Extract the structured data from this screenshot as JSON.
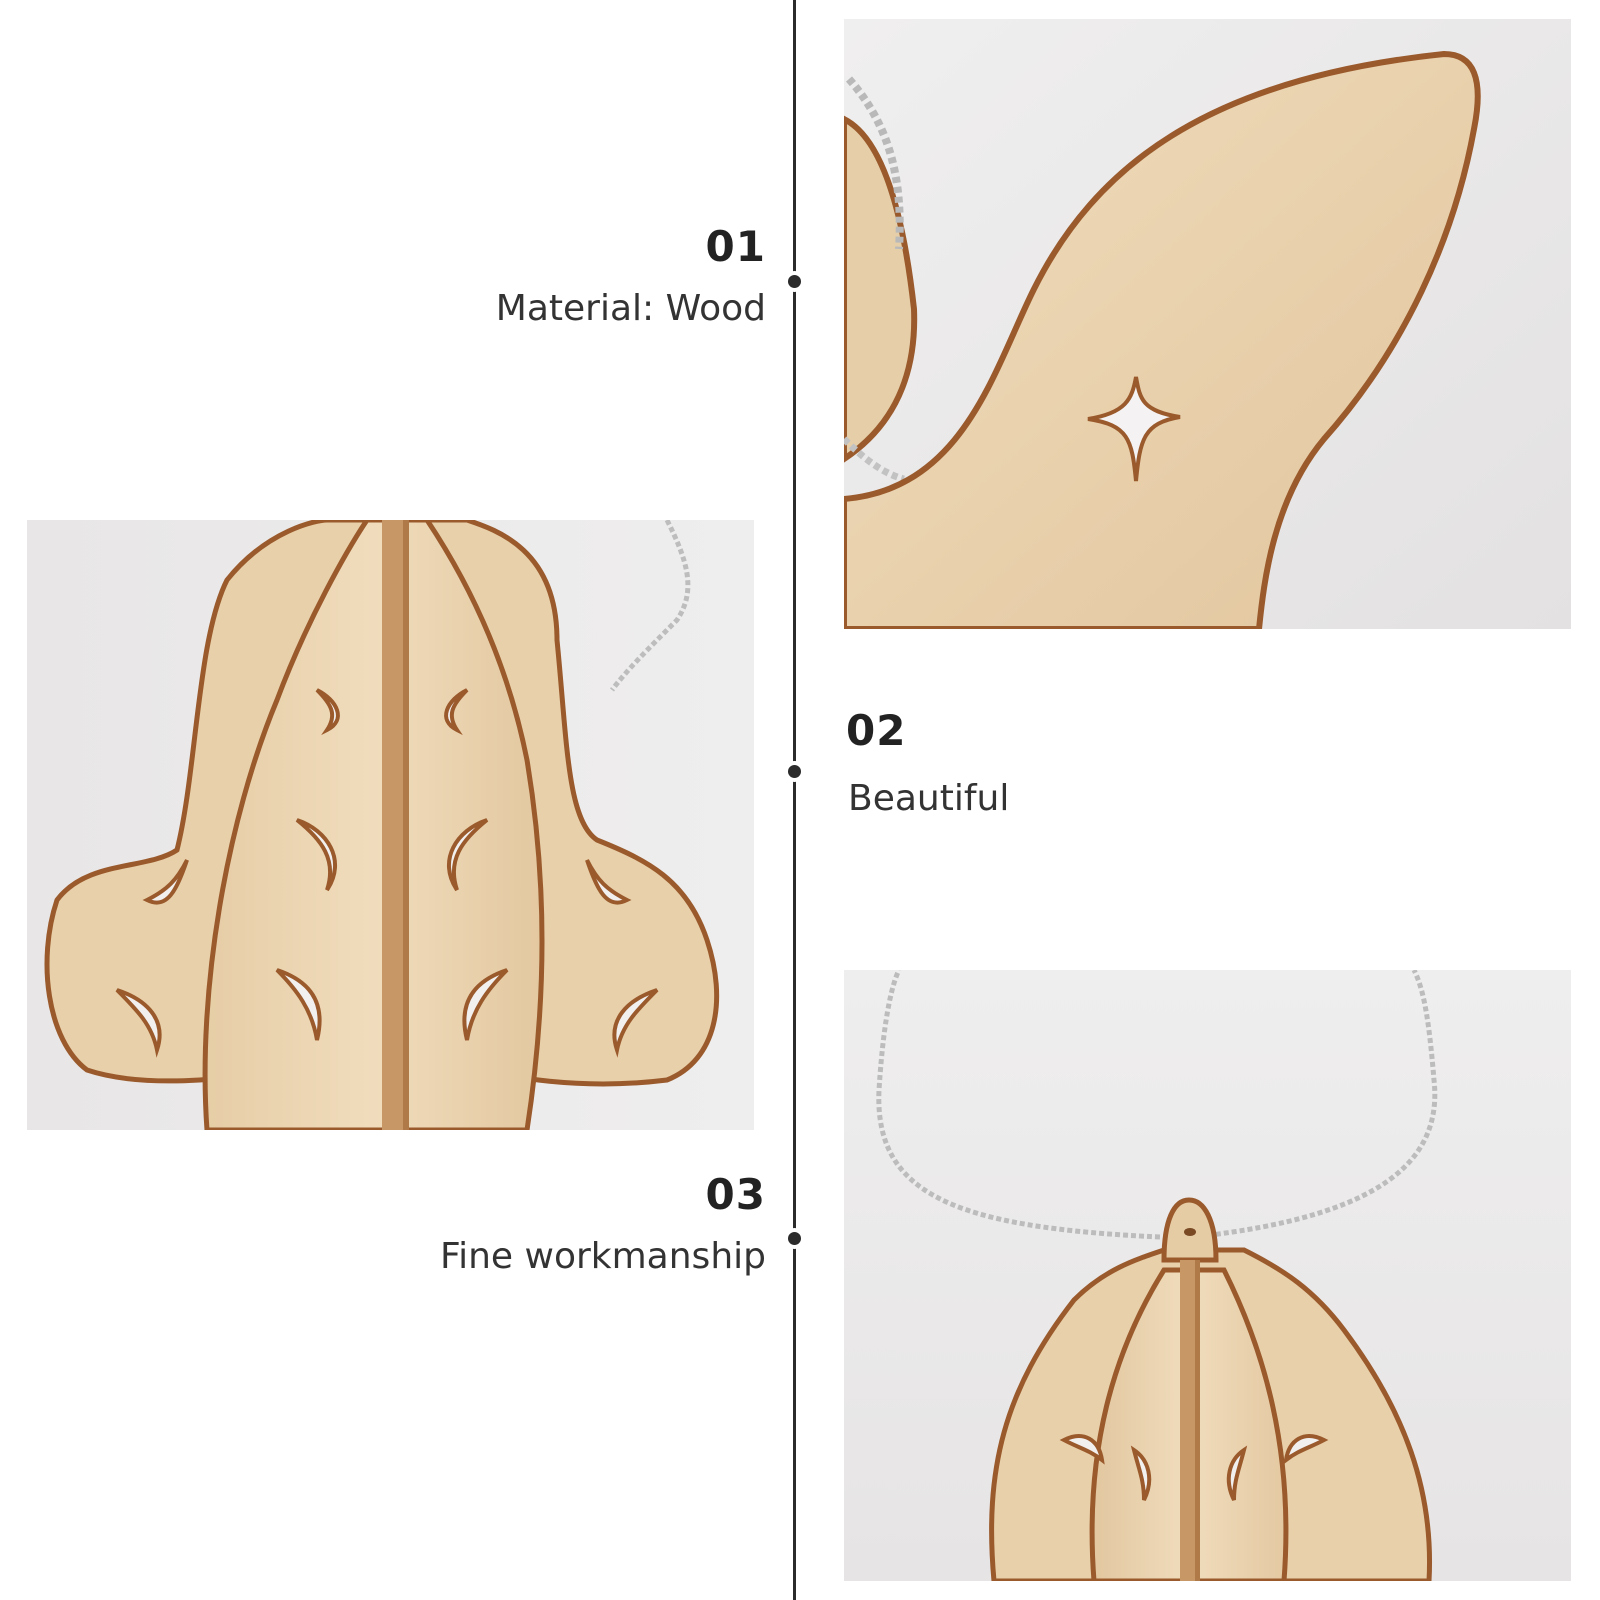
{
  "steps": [
    {
      "number": "01",
      "label": "Material: Wood"
    },
    {
      "number": "02",
      "label": "Beautiful"
    },
    {
      "number": "03",
      "label": "Fine workmanship"
    }
  ],
  "colors": {
    "text": "#2b2b2b",
    "background": "#ffffff",
    "wood": "#e9d2ae",
    "wood_edge": "#9a5a2c",
    "photo_bg": "#ecebeb",
    "string": "#b8b8b8"
  },
  "images": {
    "top_right": "wood-bell-closeup-photo",
    "left": "wood-bell-ornament-photo",
    "bottom_right": "wood-bell-with-string-photo"
  }
}
